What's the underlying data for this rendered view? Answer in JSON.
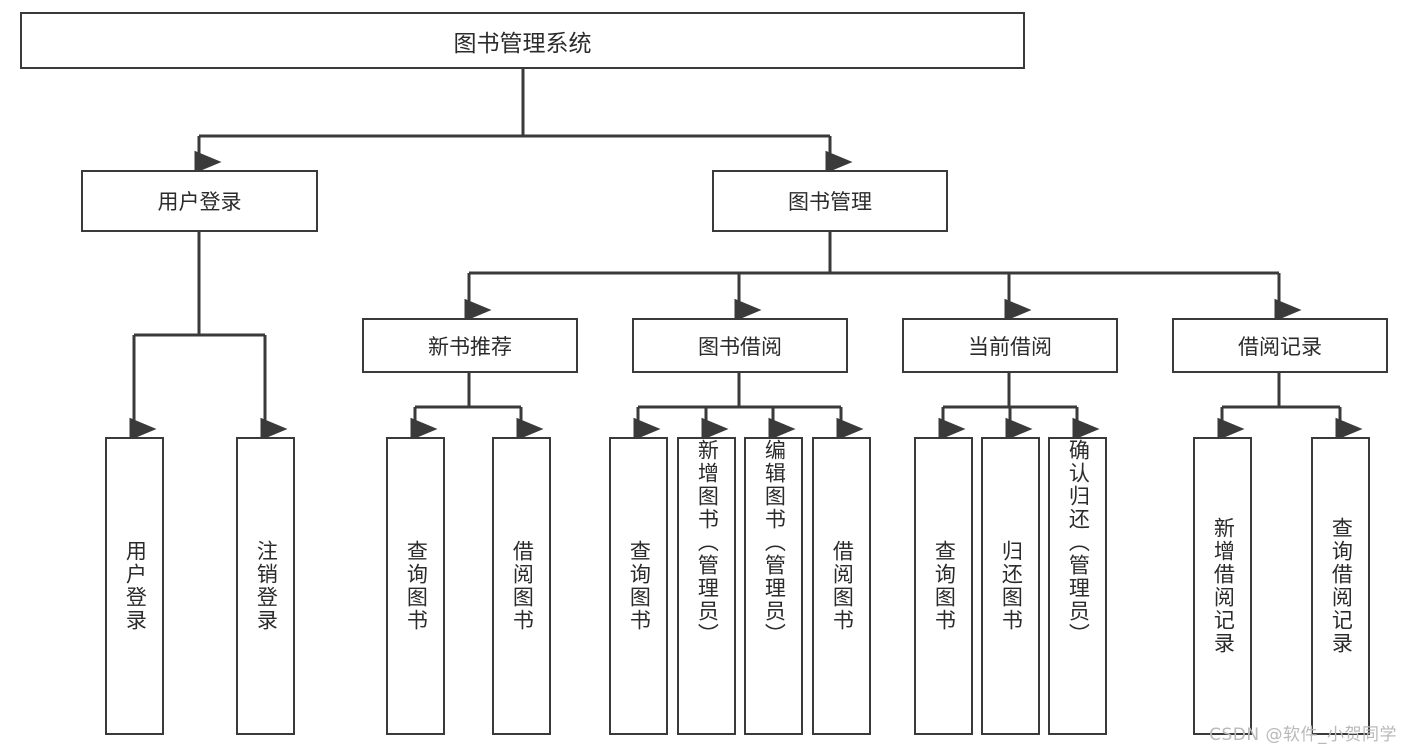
{
  "diagram": {
    "title": "图书管理系统",
    "type": "功能结构图",
    "root": {
      "label": "图书管理系统"
    },
    "level2": [
      {
        "id": "user-login",
        "label": "用户登录"
      },
      {
        "id": "book-manage",
        "label": "图书管理"
      }
    ],
    "level3": [
      {
        "id": "new-book-recommend",
        "label": "新书推荐",
        "parent": "book-manage"
      },
      {
        "id": "book-borrow",
        "label": "图书借阅",
        "parent": "book-manage"
      },
      {
        "id": "current-borrow",
        "label": "当前借阅",
        "parent": "book-manage"
      },
      {
        "id": "borrow-record",
        "label": "借阅记录",
        "parent": "book-manage"
      }
    ],
    "leaves": [
      {
        "id": "leaf-user-login",
        "label": "用户登录",
        "parent": "user-login"
      },
      {
        "id": "leaf-user-logout",
        "label": "注销登录",
        "parent": "user-login"
      },
      {
        "id": "leaf-query-book-1",
        "label": "查询图书",
        "parent": "new-book-recommend"
      },
      {
        "id": "leaf-borrow-book-1",
        "label": "借阅图书",
        "parent": "new-book-recommend"
      },
      {
        "id": "leaf-query-book-2",
        "label": "查询图书",
        "parent": "book-borrow"
      },
      {
        "id": "leaf-add-book",
        "label": "新增图书（管理员）",
        "parent": "book-borrow"
      },
      {
        "id": "leaf-edit-book",
        "label": "编辑图书（管理员）",
        "parent": "book-borrow"
      },
      {
        "id": "leaf-borrow-book-2",
        "label": "借阅图书",
        "parent": "book-borrow"
      },
      {
        "id": "leaf-query-book-3",
        "label": "查询图书",
        "parent": "current-borrow"
      },
      {
        "id": "leaf-return-book",
        "label": "归还图书",
        "parent": "current-borrow"
      },
      {
        "id": "leaf-confirm-return",
        "label": "确认归还（管理员）",
        "parent": "current-borrow"
      },
      {
        "id": "leaf-add-record",
        "label": "新增借阅记录",
        "parent": "borrow-record"
      },
      {
        "id": "leaf-query-record",
        "label": "查询借阅记录",
        "parent": "borrow-record"
      }
    ],
    "watermark": "CSDN @软件_小贺同学",
    "colors": {
      "stroke": "#3a3a3a",
      "text": "#2b2b2b",
      "background": "#ffffff",
      "watermark": "#b9b9b9"
    }
  }
}
